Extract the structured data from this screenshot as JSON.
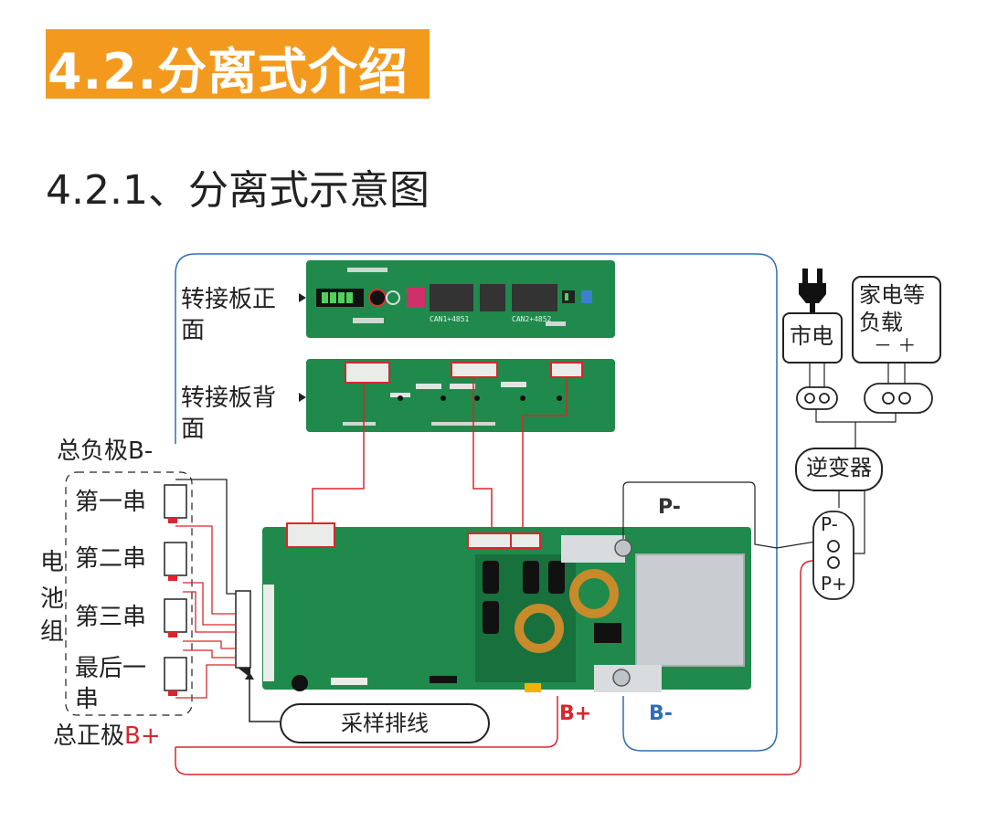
{
  "title": "4.2.分离式介绍",
  "subtitle": "4.2.1、分离式示意图",
  "labels": {
    "front_board_line1": "转接板正",
    "front_board_line2": "面",
    "back_board_line1": "转接板背",
    "back_board_line2": "面",
    "total_negative": "总负极B-",
    "total_positive_prefix": "总正极",
    "total_positive_suffix": "B+",
    "string1": "第一串",
    "string2": "第二串",
    "string3": "第三串",
    "string_last_line1": "最后一",
    "string_last_line2": "串",
    "battery_pack_1": "电",
    "battery_pack_2": "池",
    "battery_pack_3": "组",
    "sampling_cable": "采样排线",
    "mains": "市电",
    "load_line1": "家电等",
    "load_line2": "负载",
    "load_polarity": "－ ＋",
    "inverter": "逆变器",
    "p_minus_port": "P-",
    "p_plus_port": "P+",
    "p_minus_terminal": "P-",
    "b_plus_terminal": "B+",
    "b_minus_terminal": "B-",
    "board_label_can1": "CAN1+4851",
    "board_label_can2": "CAN2+4852"
  },
  "colors": {
    "title_bg": "#f39a1e",
    "board_green": "#1f8a4c",
    "red_wire": "#d9262c",
    "blue_wire": "#2f6db8",
    "b_minus_text": "#2f6db8",
    "b_plus_text": "#d9262c"
  }
}
